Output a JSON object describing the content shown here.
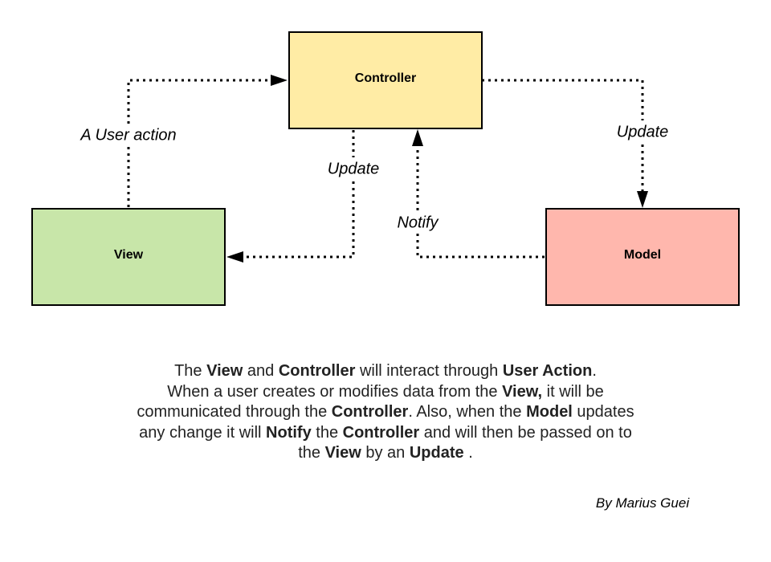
{
  "colors": {
    "controller_fill": "#FFECA5",
    "view_fill": "#C8E6A9",
    "model_fill": "#FFB7AD",
    "border": "#000000",
    "text": "#222222"
  },
  "nodes": {
    "controller": "Controller",
    "view": "View",
    "model": "Model"
  },
  "edges": {
    "view_to_controller": "A User action",
    "controller_to_model": "Update",
    "controller_to_view": "Update",
    "model_to_controller": "Notify"
  },
  "description": {
    "l1_a": "The ",
    "l1_b": "View",
    "l1_c": " and ",
    "l1_d": "Controller",
    "l1_e": " will interact through ",
    "l1_f": "User Action",
    "l1_g": ".",
    "l2_a": "When a user creates or modifies data from the ",
    "l2_b": "View,",
    "l2_c": " it will be",
    "l3_a": "communicated through the ",
    "l3_b": "Controller",
    "l3_c": ". Also, when the ",
    "l3_d": "Model",
    "l3_e": " updates",
    "l4_a": "any change it will ",
    "l4_b": "Notify",
    "l4_c": " the ",
    "l4_d": "Controller",
    "l4_e": " and will then be passed on to",
    "l5_a": "the ",
    "l5_b": "View",
    "l5_c": " by an ",
    "l5_d": "Update",
    "l5_e": " ."
  },
  "credit": "By Marius Guei"
}
